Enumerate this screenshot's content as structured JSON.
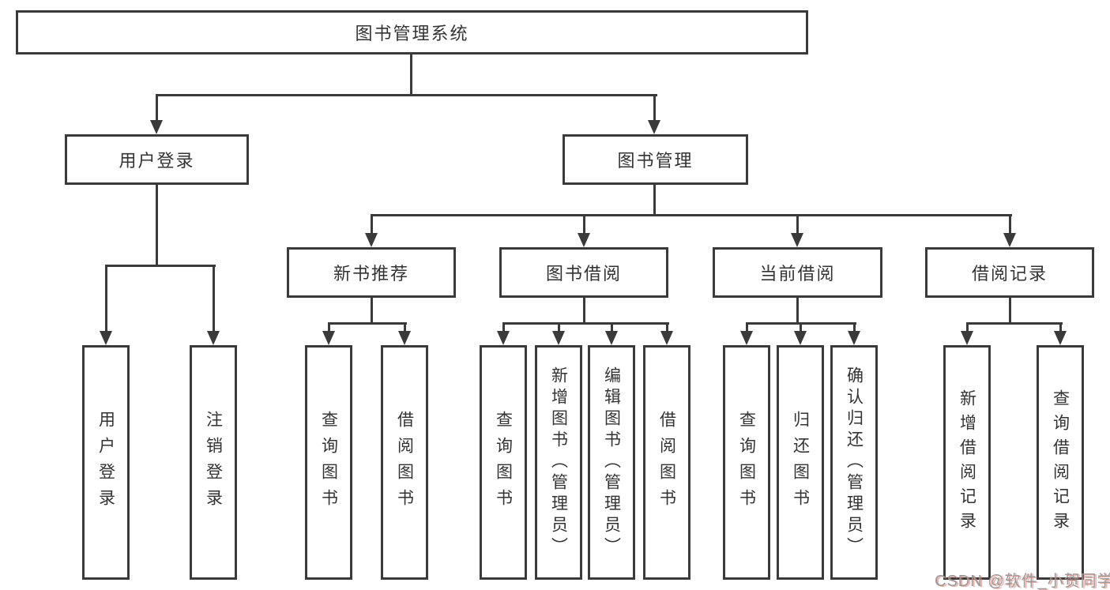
{
  "tree": {
    "label": "图书管理系统",
    "children": [
      {
        "label": "用户登录",
        "children": [
          {
            "label": "用户登录"
          },
          {
            "label": "注销登录"
          }
        ]
      },
      {
        "label": "图书管理",
        "children": [
          {
            "label": "新书推荐",
            "children": [
              {
                "label": "查询图书"
              },
              {
                "label": "借阅图书"
              }
            ]
          },
          {
            "label": "图书借阅",
            "children": [
              {
                "label": "查询图书"
              },
              {
                "label": "新增图书（管理员）"
              },
              {
                "label": "编辑图书（管理员）"
              },
              {
                "label": "借阅图书"
              }
            ]
          },
          {
            "label": "当前借阅",
            "children": [
              {
                "label": "查询图书"
              },
              {
                "label": "归还图书"
              },
              {
                "label": "确认归还（管理员）"
              }
            ]
          },
          {
            "label": "借阅记录",
            "children": [
              {
                "label": "新增借阅记录"
              },
              {
                "label": "查询借阅记录"
              }
            ]
          }
        ]
      }
    ]
  },
  "watermark": {
    "text": "CSDN @软件_小贺同学"
  },
  "colors": {
    "line": "#3a3a3a",
    "text": "#333333",
    "background": "#ffffff",
    "watermark": "#9a9a9a",
    "watermark_shadow": "#e86a56"
  }
}
